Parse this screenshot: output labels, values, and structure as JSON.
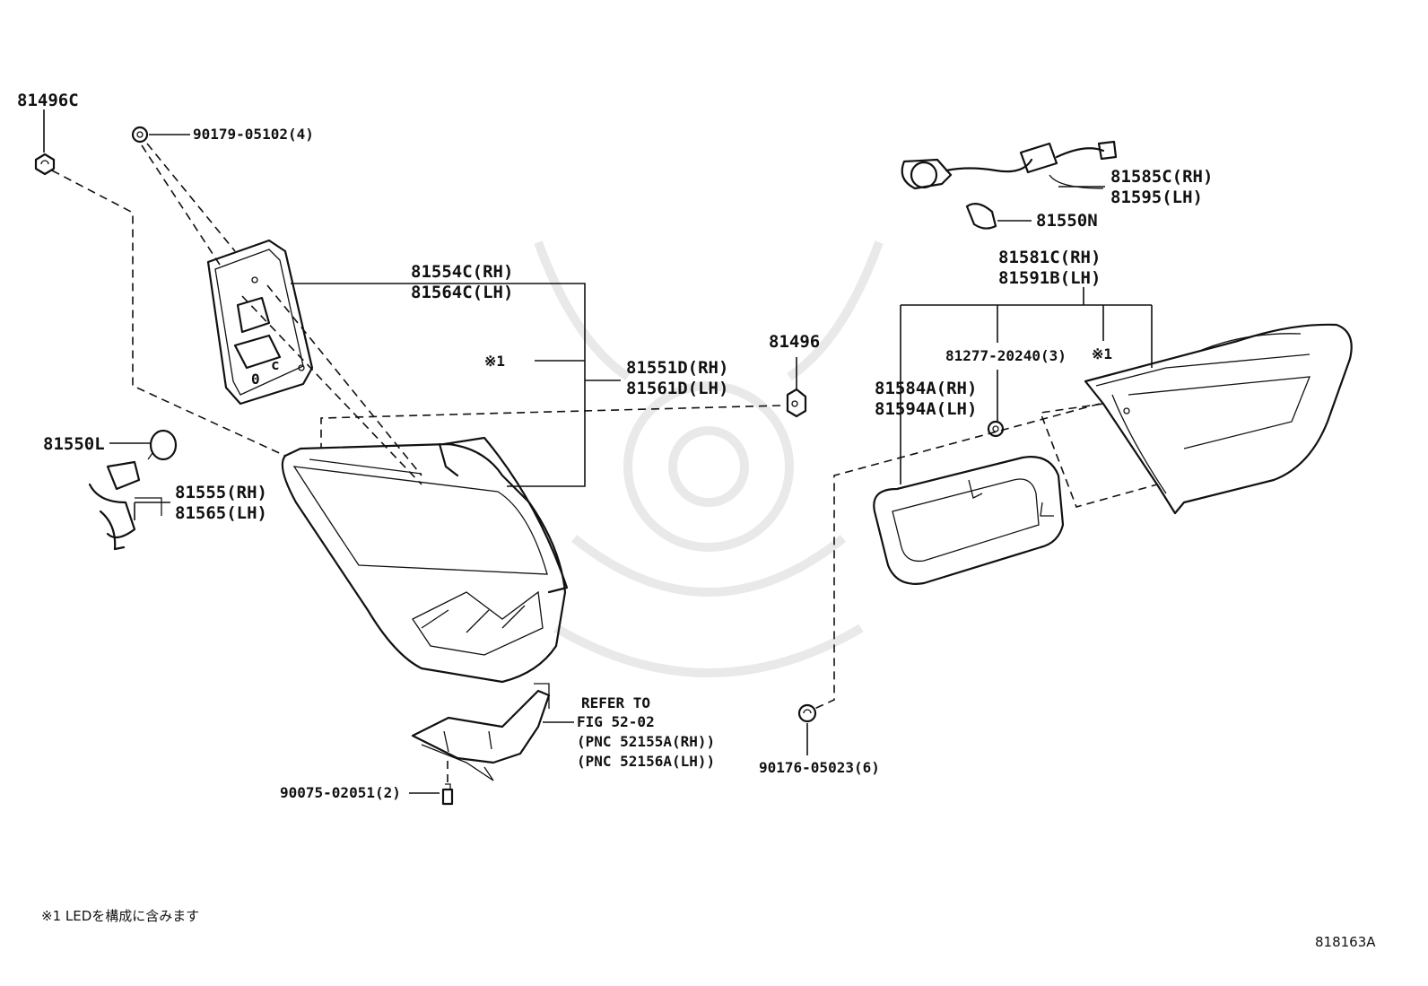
{
  "labels": {
    "p81496C": "81496C",
    "p90179": "90179-05102(4)",
    "p81554C_rh": "81554C(RH)",
    "p81564C_lh": "81564C(LH)",
    "note_mark_left": "※1",
    "p81551D_rh": "81551D(RH)",
    "p81561D_lh": "81561D(LH)",
    "p81496": "81496",
    "p81550L": "81550L",
    "p81555_rh": "81555(RH)",
    "p81565_lh": "81565(LH)",
    "refer_line1": "REFER TO",
    "refer_line2": "FIG 52-02",
    "refer_line3": "(PNC 52155A(RH))",
    "refer_line4": "(PNC 52156A(LH))",
    "p90075": "90075-02051(2)",
    "p90176": "90176-05023(6)",
    "p81585C_rh": "81585C(RH)",
    "p81595_lh": "81595(LH)",
    "p81550N": "81550N",
    "p81581C_rh": "81581C(RH)",
    "p81591B_lh": "81591B(LH)",
    "p81277": "81277-20240(3)",
    "note_mark_right": "※1",
    "p81584A_rh": "81584A(RH)",
    "p81594A_lh": "81594A(LH)"
  },
  "footnote": "※1 LEDを構成に含みます",
  "figure_number": "818163A"
}
